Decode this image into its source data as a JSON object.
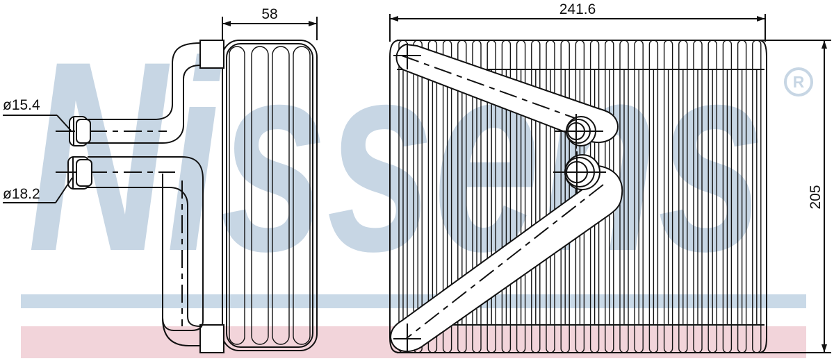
{
  "brand": {
    "watermark_text": "Nissens",
    "registered_mark": "®",
    "watermark_color": "#c7d6e4",
    "band_blue": "#c9d9e7",
    "band_pink": "#f2d4da"
  },
  "dimensions": {
    "side_width": "58",
    "front_width": "241.6",
    "front_height": "205",
    "pipe_small": "ø15.4",
    "pipe_large": "ø18.2"
  },
  "colors": {
    "line": "#111111",
    "background": "#ffffff"
  }
}
